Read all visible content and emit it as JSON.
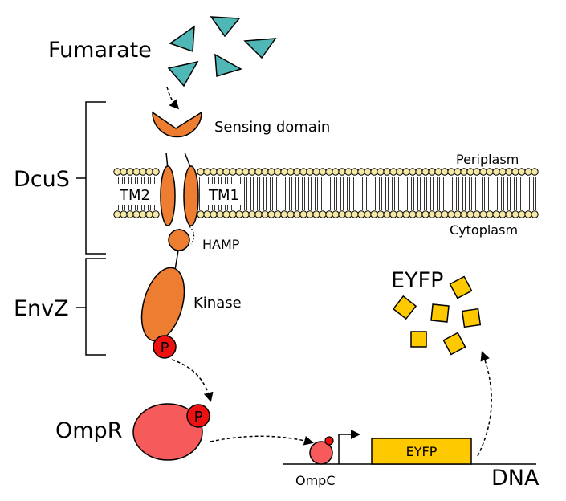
{
  "labels": {
    "fumarate": "Fumarate",
    "sensing_domain": "Sensing domain",
    "periplasm": "Periplasm",
    "cytoplasm": "Cytoplasm",
    "dcus": "DcuS",
    "tm2": "TM2",
    "tm1": "TM1",
    "hamp": "HAMP",
    "envz": "EnvZ",
    "kinase": "Kinase",
    "p_kinase": "P",
    "ompr": "OmpR",
    "p_ompr": "P",
    "eyfp_title": "EYFP",
    "eyfp_gene": "EYFP",
    "ompc": "OmpC",
    "dna": "DNA"
  },
  "colors": {
    "fumarate": "#4fb8b6",
    "protein": "#ed7d31",
    "membrane_head": "#f6e9a8",
    "phosphate": "#ee1111",
    "ompr": "#f65a5a",
    "eyfp": "#ffc900"
  }
}
